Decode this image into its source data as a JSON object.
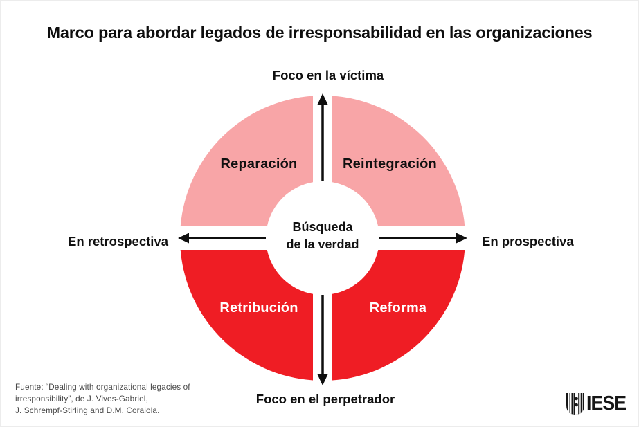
{
  "title": "Marco para abordar legados de irresponsabilidad en las organizaciones",
  "colors": {
    "pink": "#F8A5A7",
    "red": "#EF1D24",
    "ink": "#101010",
    "white": "#FFFFFF",
    "source_text": "#4A4A4A"
  },
  "diagram": {
    "axis_labels": {
      "top": "Foco en la víctima",
      "bottom": "Foco en el perpetrador",
      "left": "En retrospectiva",
      "right": "En prospectiva"
    },
    "center": {
      "line1": "Búsqueda",
      "line2": "de la verdad"
    },
    "quadrants": {
      "top_left": {
        "label": "Reparación"
      },
      "top_right": {
        "label": "Reintegración"
      },
      "bottom_left": {
        "label": "Retribución"
      },
      "bottom_right": {
        "label": "Reforma"
      }
    }
  },
  "source": {
    "line1": "Fuente: “Dealing with organizational legacies of",
    "line2": "irresponsibility”, de J. Vives-Gabriel,",
    "line3": "J. Schrempf-Stirling and D.M. Coraiola."
  },
  "logo": {
    "wordmark": "IESE",
    "icon": "iese-shield-icon"
  }
}
